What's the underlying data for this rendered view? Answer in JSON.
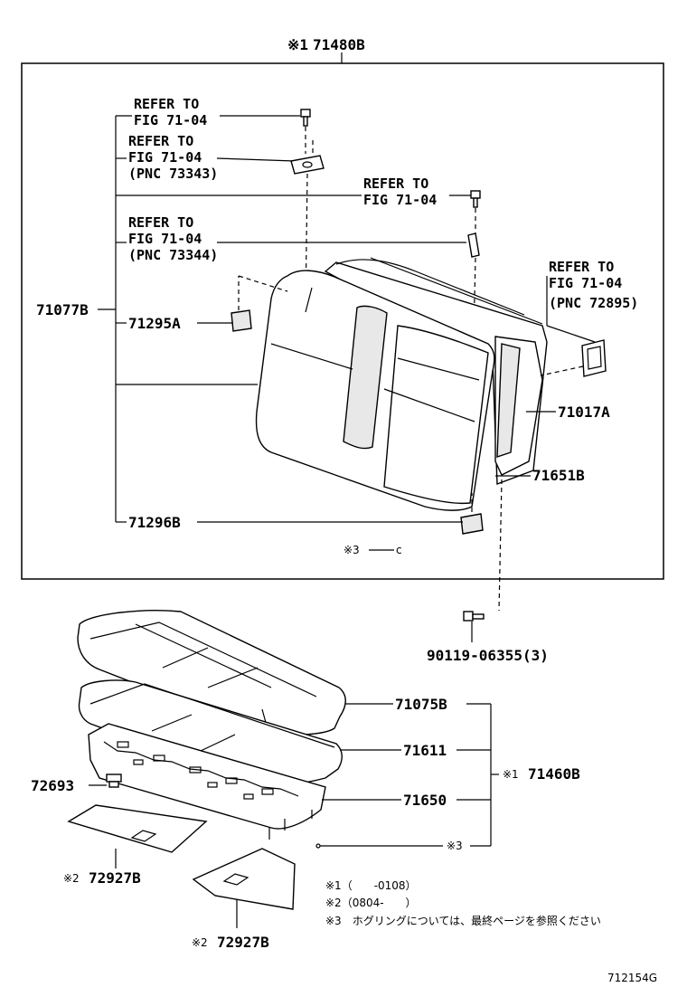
{
  "assembly_top": {
    "mark": "※1",
    "code": "71480B"
  },
  "refs": {
    "r1": [
      "REFER TO",
      "FIG 71-04"
    ],
    "r2": [
      "REFER TO",
      "FIG 71-04",
      "(PNC 73343)"
    ],
    "r3": [
      "REFER TO",
      "FIG 71-04"
    ],
    "r4": [
      "REFER TO",
      "FIG 71-04",
      "(PNC 73344)"
    ],
    "r5": [
      "REFER TO",
      "FIG 71-04",
      "(PNC 72895)"
    ]
  },
  "parts": {
    "p71077B": "71077B",
    "p71295A": "71295A",
    "p71017A": "71017A",
    "p71651B": "71651B",
    "p71296B": "71296B",
    "p90119": "90119-06355(3)",
    "p71075B": "71075B",
    "p71611": "71611",
    "p71650": "71650",
    "p72693": "72693",
    "p72927B_1": "72927B",
    "p72927B_2": "72927B",
    "p71460B": "71460B"
  },
  "marks": {
    "m3_box": "※3",
    "m1_71460B": "※1",
    "m3_lower": "※3",
    "m2_a": "※2",
    "m2_b": "※2"
  },
  "notes": {
    "n1": "※1（　　-0108）",
    "n2": "※2（0804-　　）",
    "n3": "※3　ホグリングについては、最終ページを参照ください"
  },
  "figure_id": "712154G"
}
